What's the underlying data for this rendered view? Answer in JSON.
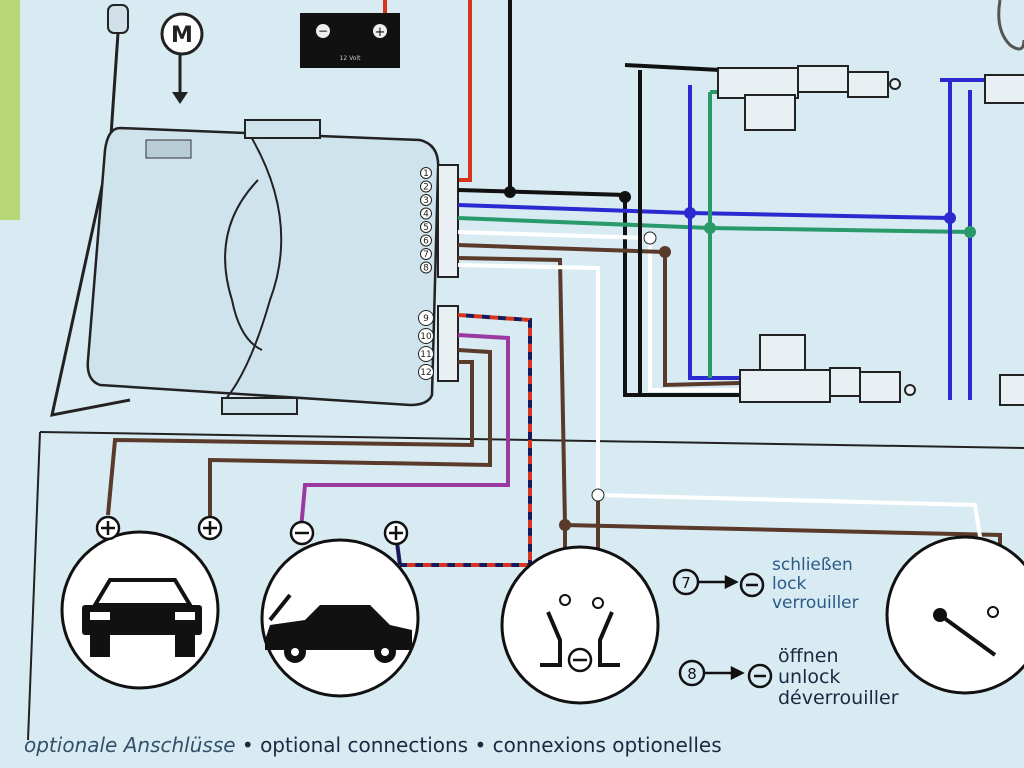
{
  "battery": {
    "label": "12 Volt",
    "minus": "−",
    "plus": "+"
  },
  "module": {
    "motor_badge": "M",
    "pins_top": [
      "1",
      "2",
      "3",
      "4",
      "5",
      "6",
      "7",
      "8"
    ],
    "pins_bottom": [
      "9",
      "10",
      "11",
      "12"
    ]
  },
  "legend": {
    "lock": {
      "pin": "7",
      "lines": [
        "schließen",
        "lock",
        "verrouiller"
      ]
    },
    "unlock": {
      "pin": "8",
      "lines": [
        "öffnen",
        "unlock",
        "déverrouiller"
      ]
    }
  },
  "footer": {
    "de": "optionale Anschlüsse",
    "sep": "•",
    "en": "optional connections",
    "fr": "connexions optionelles"
  },
  "colors": {
    "background": "#d8ebf3",
    "red": "#d8341c",
    "black": "#1a1a1a",
    "blue": "#2a2ad0",
    "green": "#2a9a6a",
    "brown": "#5a3a2a",
    "purple": "#9a3aa0",
    "white": "#f4f8fa"
  }
}
